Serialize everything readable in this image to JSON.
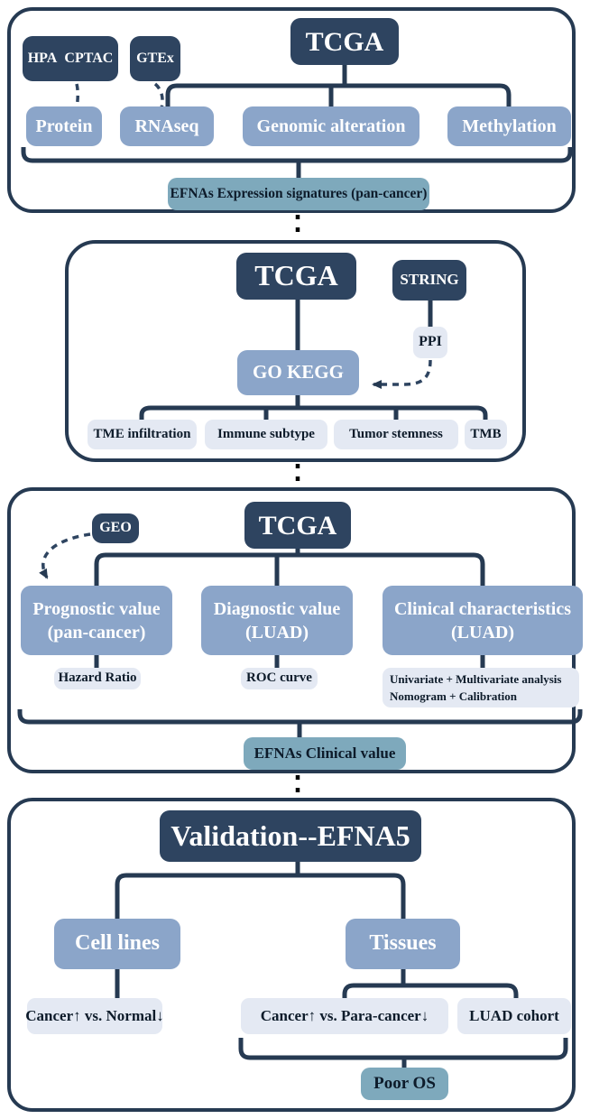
{
  "figure": {
    "type": "research-workflow-flowchart",
    "colors": {
      "dark_navy_box": "#2e4460",
      "connector_line": "#263a52",
      "medium_blue_box": "#8ba5c9",
      "light_box": "#e4e9f3",
      "teal_box": "#7ea9bc",
      "inter_panel_dash": "#000000",
      "text_on_dark": "#ffffff",
      "text_on_light": "#0d1b2a"
    }
  },
  "panels": {
    "expression": {
      "hpa_cptac": "HPA CPTAC",
      "gtex": "GTEx",
      "tcga": "TCGA",
      "protein": "Protein",
      "rnaseq": "RNAseq",
      "genomic": "Genomic alteration",
      "methylation": "Methylation",
      "summary": "EFNAs Expression signatures (pan-cancer)"
    },
    "function": {
      "tcga": "TCGA",
      "string": "STRING",
      "ppi": "PPI",
      "go_kegg": "GO KEGG",
      "tme": "TME infiltration",
      "immune": "Immune subtype",
      "stemness": "Tumor stemness",
      "tmb": "TMB"
    },
    "clinical": {
      "tcga": "TCGA",
      "geo": "GEO",
      "prognostic": "Prognostic value\n(pan-cancer)",
      "diagnostic": "Diagnostic value\n(LUAD)",
      "characteristics": "Clinical characteristics\n(LUAD)",
      "hazard": "Hazard Ratio",
      "roc": "ROC curve",
      "uni_multi": "Univariate + Multivariate analysis\nNomogram + Calibration",
      "summary": "EFNAs Clinical value"
    },
    "validation": {
      "title": "Validation--EFNA5",
      "cell_lines": "Cell lines",
      "tissues": "Tissues",
      "cancer_normal": "Cancer↑ vs. Normal↓",
      "cancer_para": "Cancer↑ vs. Para-cancer↓",
      "luad_cohort": "LUAD cohort",
      "poor_os": "Poor OS"
    }
  }
}
